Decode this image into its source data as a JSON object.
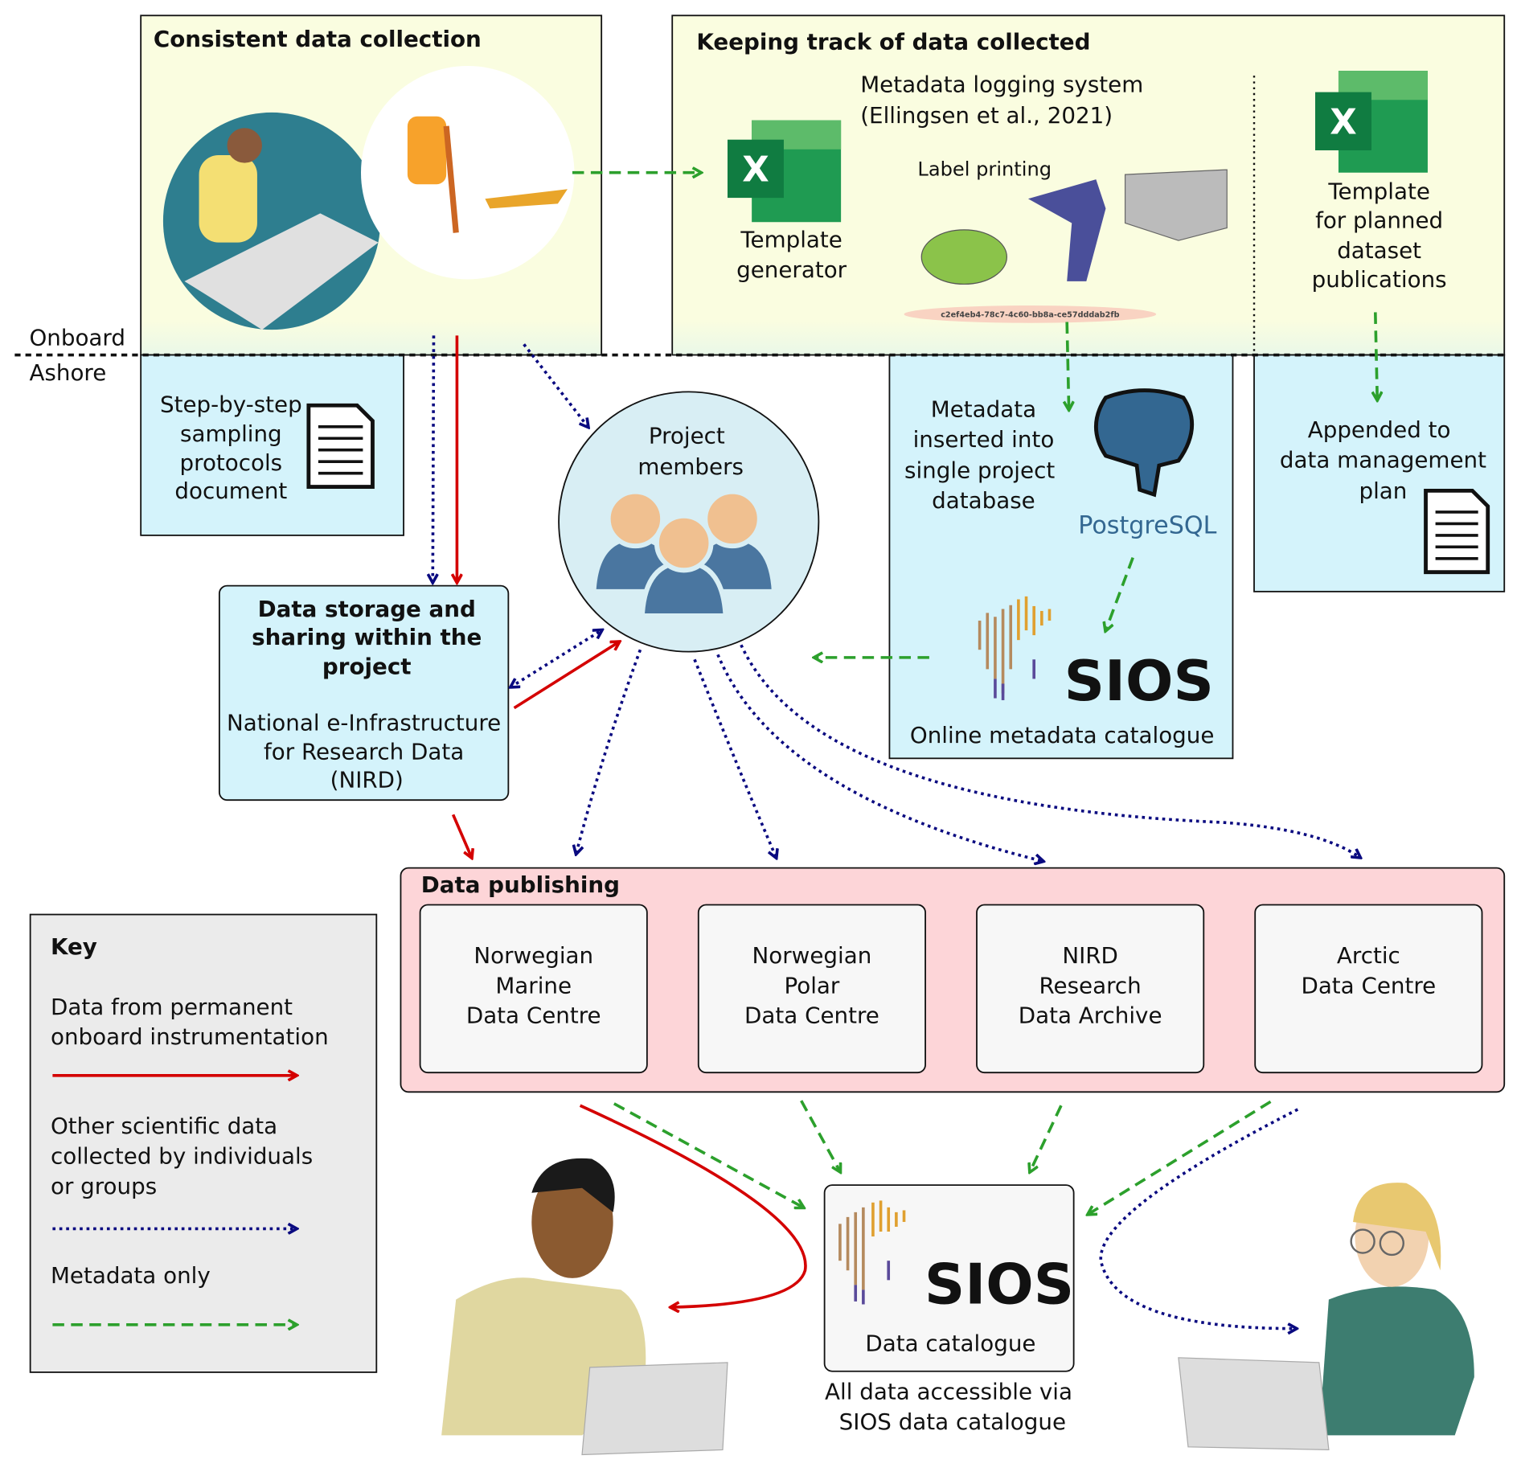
{
  "colors": {
    "onboard_fill": "#fafde0",
    "ashore_fill": "#d4f3fb",
    "publishing_fill": "#fdd5d8",
    "key_fill": "#ebebeb",
    "red_arrow": "#d40000",
    "blue_arrow": "#0a0a80",
    "green_arrow": "#2ca02c"
  },
  "zones": {
    "onboard": "Onboard",
    "ashore": "Ashore"
  },
  "collection": {
    "title": "Consistent data collection"
  },
  "protocols": {
    "lines": [
      "Step-by-step",
      "sampling",
      "protocols",
      "document"
    ],
    "icon": "document-icon"
  },
  "tracking": {
    "title": "Keeping track of data collected",
    "logging": [
      "Metadata logging system",
      "(Ellingsen et al., 2021)"
    ],
    "template_generator": [
      "Template",
      "generator"
    ],
    "label_printing": "Label printing",
    "label_id": "c2ef4eb4-78c7-4c60-bb8a-ce57dddab2fb",
    "planned": [
      "Template",
      "for planned",
      "dataset",
      "publications"
    ],
    "icon": "excel-icon"
  },
  "appended": {
    "lines": [
      "Appended to",
      "data management",
      "plan"
    ]
  },
  "metadata_db": {
    "lines": [
      "Metadata",
      "inserted into",
      "single project",
      "database"
    ],
    "logo": "PostgreSQL"
  },
  "sios_online": {
    "logo": "SIOS",
    "caption": "Online metadata catalogue"
  },
  "members": {
    "lines": [
      "Project",
      "members"
    ]
  },
  "storage": {
    "title": [
      "Data storage and",
      "sharing within the",
      "project"
    ],
    "sub": [
      "National e-Infrastructure",
      "for Research Data",
      "(NIRD)"
    ]
  },
  "publishing": {
    "title": "Data publishing",
    "centres": [
      [
        "Norwegian",
        "Marine",
        "Data Centre"
      ],
      [
        "Norwegian",
        "Polar",
        "Data Centre"
      ],
      [
        "NIRD",
        "Research",
        "Data Archive"
      ],
      [
        "Arctic",
        "Data Centre"
      ]
    ]
  },
  "catalogue": {
    "logo": "SIOS",
    "caption": "Data catalogue",
    "note": [
      "All data accessible via",
      "SIOS data catalogue"
    ]
  },
  "key": {
    "title": "Key",
    "items": [
      [
        "Data from permanent",
        "onboard instrumentation"
      ],
      [
        "Other scientific data",
        "collected by individuals",
        "or groups"
      ],
      [
        "Metadata only"
      ]
    ]
  }
}
